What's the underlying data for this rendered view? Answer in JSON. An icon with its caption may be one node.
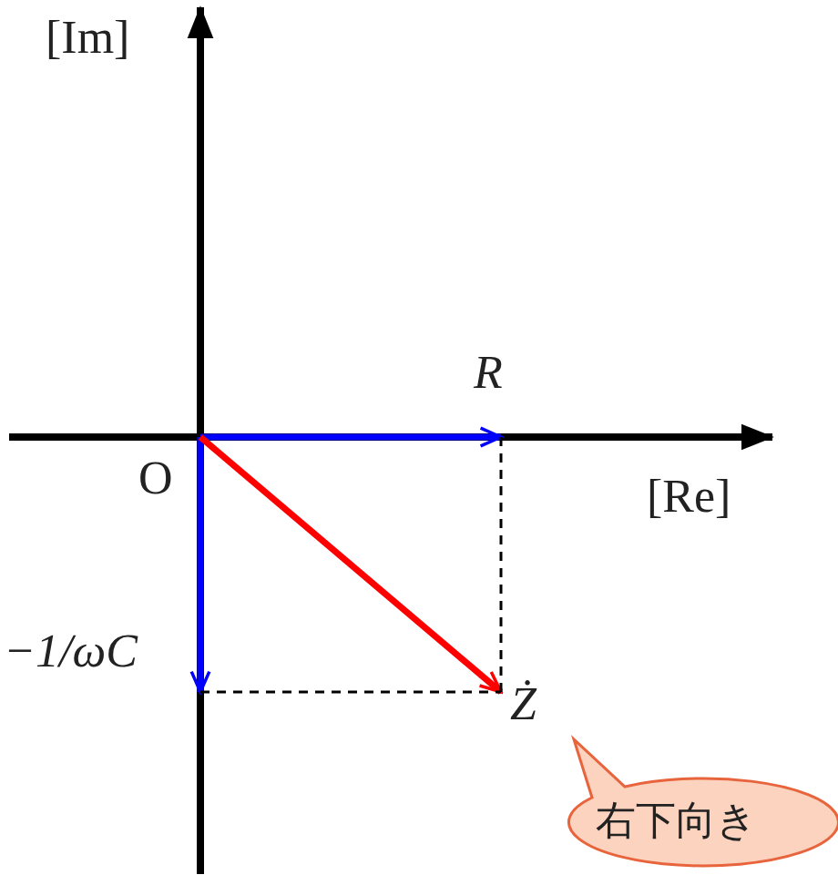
{
  "diagram": {
    "nodes": [
      {
        "text": [
          "O"
        ]
      },
      {
        "text": [
          "R"
        ]
      },
      {
        "text": [
          "−1/ωC"
        ]
      },
      {
        "text": [
          "Ż"
        ]
      },
      {
        "text": [
          "右下向き"
        ]
      }
    ],
    "edges": [
      {
        "from": 0,
        "to": 1,
        "arrow": "to",
        "color": "#0000ff"
      },
      {
        "from": 0,
        "to": 2,
        "arrow": "to",
        "color": "#0000ff"
      },
      {
        "from": 0,
        "to": 3,
        "arrow": "to",
        "color": "#ff0000"
      },
      {
        "from": 1,
        "to": 3,
        "arrow": "none",
        "style": "dashed",
        "color": "#000000"
      },
      {
        "from": 2,
        "to": 3,
        "arrow": "none",
        "style": "dashed",
        "color": "#000000"
      }
    ],
    "labels": [
      "[Im]",
      "[Re]"
    ]
  }
}
